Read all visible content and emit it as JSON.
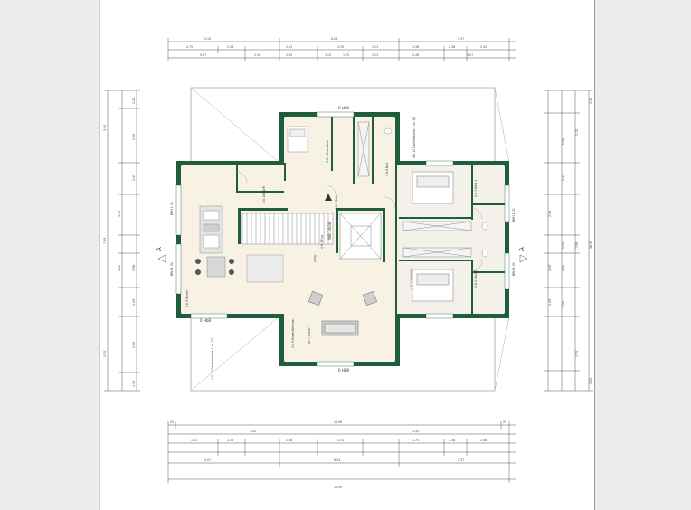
{
  "colors": {
    "wall": "#1f5d3d",
    "floor": "#f7f2e4",
    "dim": "#555555",
    "sheet": "#ffffff",
    "frame": "#ececec"
  },
  "labels": {
    "hbr_top": "0 HbB",
    "hbr_bottom": "0 HbB",
    "hbr_left": "0 HbB",
    "section_left": "A",
    "section_right": "A",
    "brh_left_top": "BRH 1.31",
    "brh_left_bottom": "BRH 1.31",
    "brh_right_top": "BRH 1.31",
    "brh_right_bottom": "BRH 1.31",
    "room_wohnen": "4.8.8 Essen/Wohnen",
    "room_kueche": "4.8.9 Küche",
    "room_flur": "4.8.3 Flur",
    "room_diele": "4.8.5 Diele",
    "room_hwr": "4.8.10 HWR",
    "room_duschbad": "4.8.4 Duschbad",
    "room_bad": "4.8.6 Bad",
    "room_kind1": "4.8.1 Kind 1",
    "room_kind2": "4.8.2 Kind 2",
    "room_schlafen": "4.8.7 Schlafen",
    "room_dachterrasse1": "4.8.11 Dachterrasse 1 zu 1/2",
    "room_dachterrasse2": "4.8.12 Dachterrasse 2 zu 1/2",
    "stair_label": "WB 16/28",
    "stair_note": "2 Stg.",
    "area_unit": "GF = 13,94m²"
  },
  "dims": {
    "top_row1": [
      "3.10",
      "6.24",
      "5.37"
    ],
    "top_row2": [
      "2.75",
      "2.38",
      "1.13",
      "4.35",
      "1.13",
      "1.38",
      "2.38",
      "2.45"
    ],
    "top_row3": [
      "5.07",
      "2.36",
      "2.45",
      "1.13",
      "1.75",
      "1.13",
      "2.49",
      "5.07"
    ],
    "bottom_row1": [
      "25",
      "16.99",
      "25"
    ],
    "bottom_row2": [
      "2.45",
      "2.45"
    ],
    "bottom_row3": [
      "1.61",
      "2.36",
      "1.38",
      "3.51",
      "1.75",
      "1.38",
      "2.48"
    ],
    "bottom_row4": [
      "5.07",
      "6.24",
      "5.37"
    ],
    "bottom_total": "16.99",
    "left_col": [
      "3.45",
      "2.50",
      "1.49",
      "1.13",
      "7.99",
      "2.36",
      "1.13",
      "1.49",
      "2.50",
      "3.45",
      "1.25",
      "1.25"
    ],
    "right_col": [
      "1.25",
      "2.75",
      "2.50",
      "1.49",
      "2.36",
      "1.13",
      "7.99",
      "2.49",
      "1.13",
      "1.49",
      "2.50",
      "2.75",
      "1.25",
      "16.99"
    ]
  }
}
